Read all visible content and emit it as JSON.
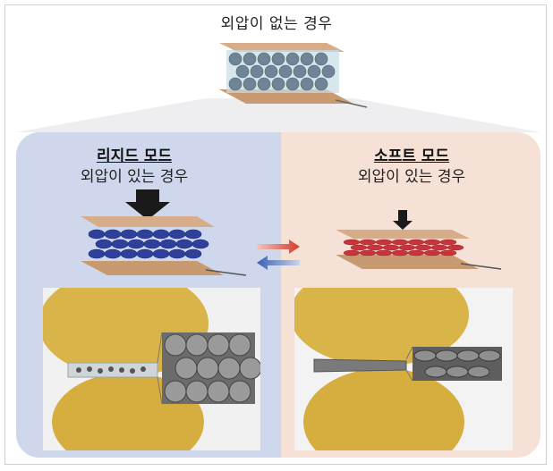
{
  "top": {
    "title": "외압이 없는 경우"
  },
  "left": {
    "mode": "리지드 모드",
    "subtitle": "외압이 있는 경우"
  },
  "right": {
    "mode": "소프트 모드",
    "subtitle": "외압이 있는 경우"
  },
  "colors": {
    "rigid_bg": "#cfd7ec",
    "soft_bg": "#f6e1d6",
    "arrow_red": "#d53a2a",
    "arrow_blue": "#3a62b0",
    "sheet": "#c89a72"
  }
}
